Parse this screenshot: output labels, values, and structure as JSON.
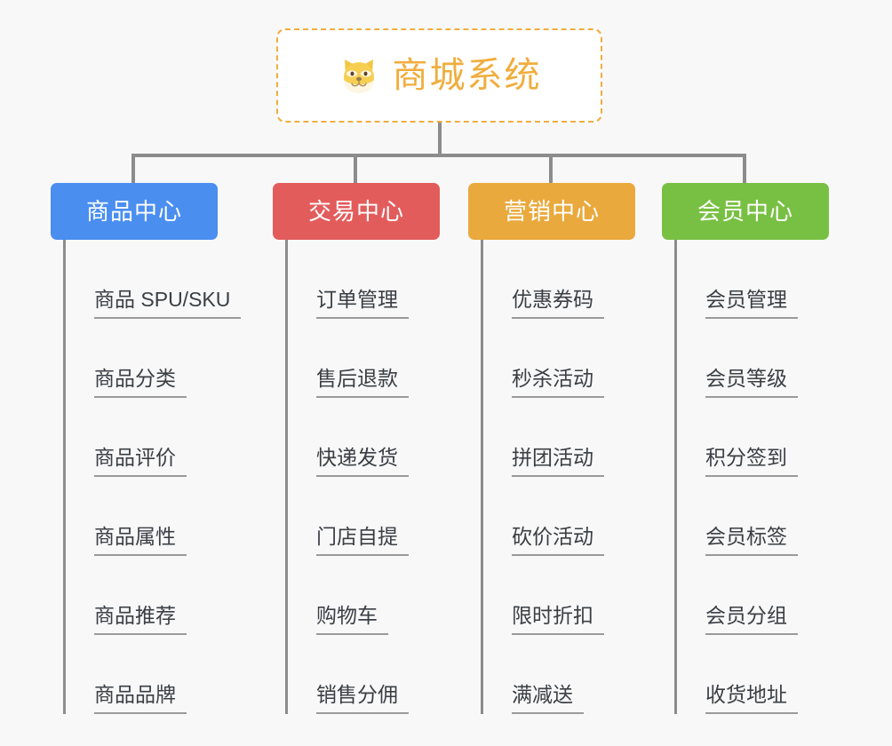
{
  "root": {
    "title": "商城系统",
    "icon": "shiba-dog-face-icon",
    "border_color": "#f0ad3e",
    "text_color": "#f0ad3e",
    "background": "#ffffff"
  },
  "canvas": {
    "background": "#f8f8f8",
    "connector_color": "#8c8c8c"
  },
  "columns": [
    {
      "label": "商品中心",
      "color": "#4a8ef0",
      "items": [
        "商品 SPU/SKU",
        "商品分类",
        "商品评价",
        "商品属性",
        "商品推荐",
        "商品品牌"
      ]
    },
    {
      "label": "交易中心",
      "color": "#e35c5c",
      "items": [
        "订单管理",
        "售后退款",
        "快递发货",
        "门店自提",
        "购物车",
        "销售分佣"
      ]
    },
    {
      "label": "营销中心",
      "color": "#e9a93c",
      "items": [
        "优惠券码",
        "秒杀活动",
        "拼团活动",
        "砍价活动",
        "限时折扣",
        "满减送"
      ]
    },
    {
      "label": "会员中心",
      "color": "#78c043",
      "items": [
        "会员管理",
        "会员等级",
        "积分签到",
        "会员标签",
        "会员分组",
        "收货地址"
      ]
    }
  ]
}
